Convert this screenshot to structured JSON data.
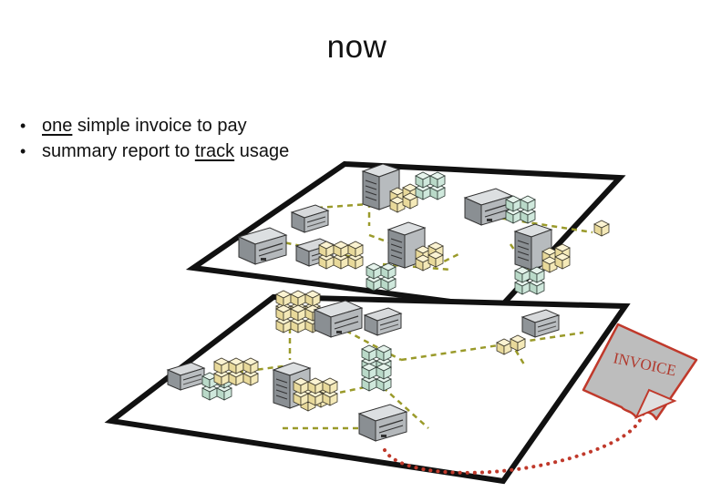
{
  "title": "now",
  "bullets": [
    {
      "parts": [
        {
          "text": "one",
          "underline": true
        },
        {
          "text": " simple invoice to pay",
          "underline": false
        }
      ]
    },
    {
      "parts": [
        {
          "text": "summary report to ",
          "underline": false
        },
        {
          "text": "track",
          "underline": true
        },
        {
          "text": " usage",
          "underline": false
        }
      ]
    }
  ],
  "invoice": {
    "label": "INVOICE"
  },
  "colors": {
    "floor_edge": "#111111",
    "network_link": "#9a9a2a",
    "invoice_fill": "#bdbdbd",
    "invoice_border": "#c0392b",
    "invoice_text": "#b03a2e",
    "dotted_path": "#c0392b",
    "boxes_green": "#cfe8dc",
    "boxes_yellow": "#f4e9b8",
    "printer_gray": "#9ea3a6"
  },
  "icons": {
    "printer": "printer-icon",
    "box_stack": "box-stack-icon",
    "big_printer": "production-printer-icon"
  }
}
